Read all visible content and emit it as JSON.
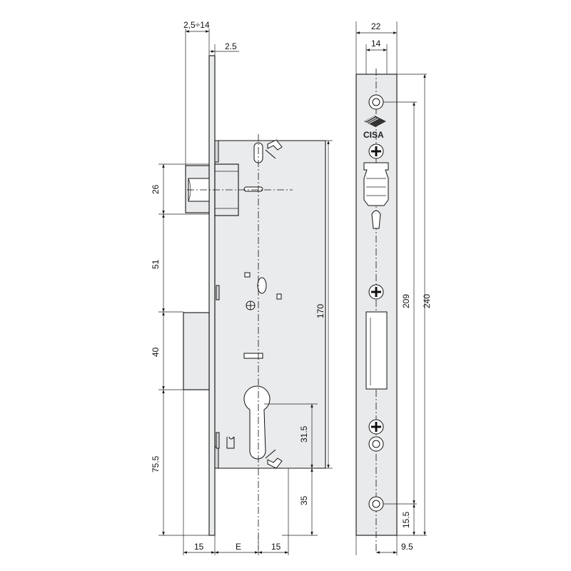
{
  "drawing": {
    "left_view": {
      "dims": {
        "backset_range": "2,5÷14",
        "faceplate_thickness": "2.5",
        "latch_height": "26",
        "latch_to_bolt": "51",
        "bolt_height": "40",
        "bolt_to_bottom": "75.5",
        "case_height": "170",
        "cylinder_offset": "31.5",
        "cylinder_to_bottom": "35",
        "bottom_left": "15",
        "bottom_mid": "E",
        "bottom_right": "15"
      }
    },
    "right_view": {
      "logo": "CISA",
      "dims": {
        "plate_width": "22",
        "inner_width": "14",
        "hole_spacing": "209",
        "plate_height": "240",
        "hole_bottom": "15.5",
        "hole_offset": "9.5"
      }
    }
  }
}
